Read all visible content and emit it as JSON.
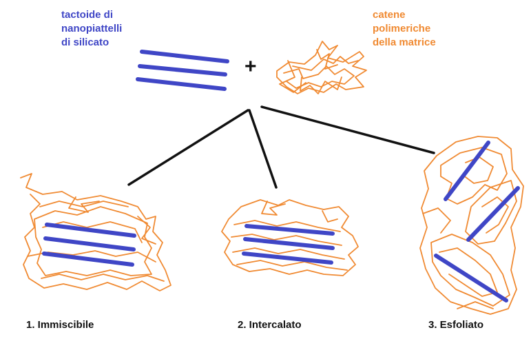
{
  "labels": {
    "tactoid": [
      "tactoide di",
      "nanopiattelli",
      "di silicato"
    ],
    "chains": [
      "catene",
      "polimeriche",
      "della matrice"
    ],
    "plus": "+",
    "outcomes": [
      "1. Immiscibile",
      "2. Intercalato",
      "3. Esfoliato"
    ]
  },
  "colors": {
    "platelet": "#3f46c6",
    "polymer": "#f08a32",
    "connector": "#111111",
    "background": "#ffffff"
  }
}
